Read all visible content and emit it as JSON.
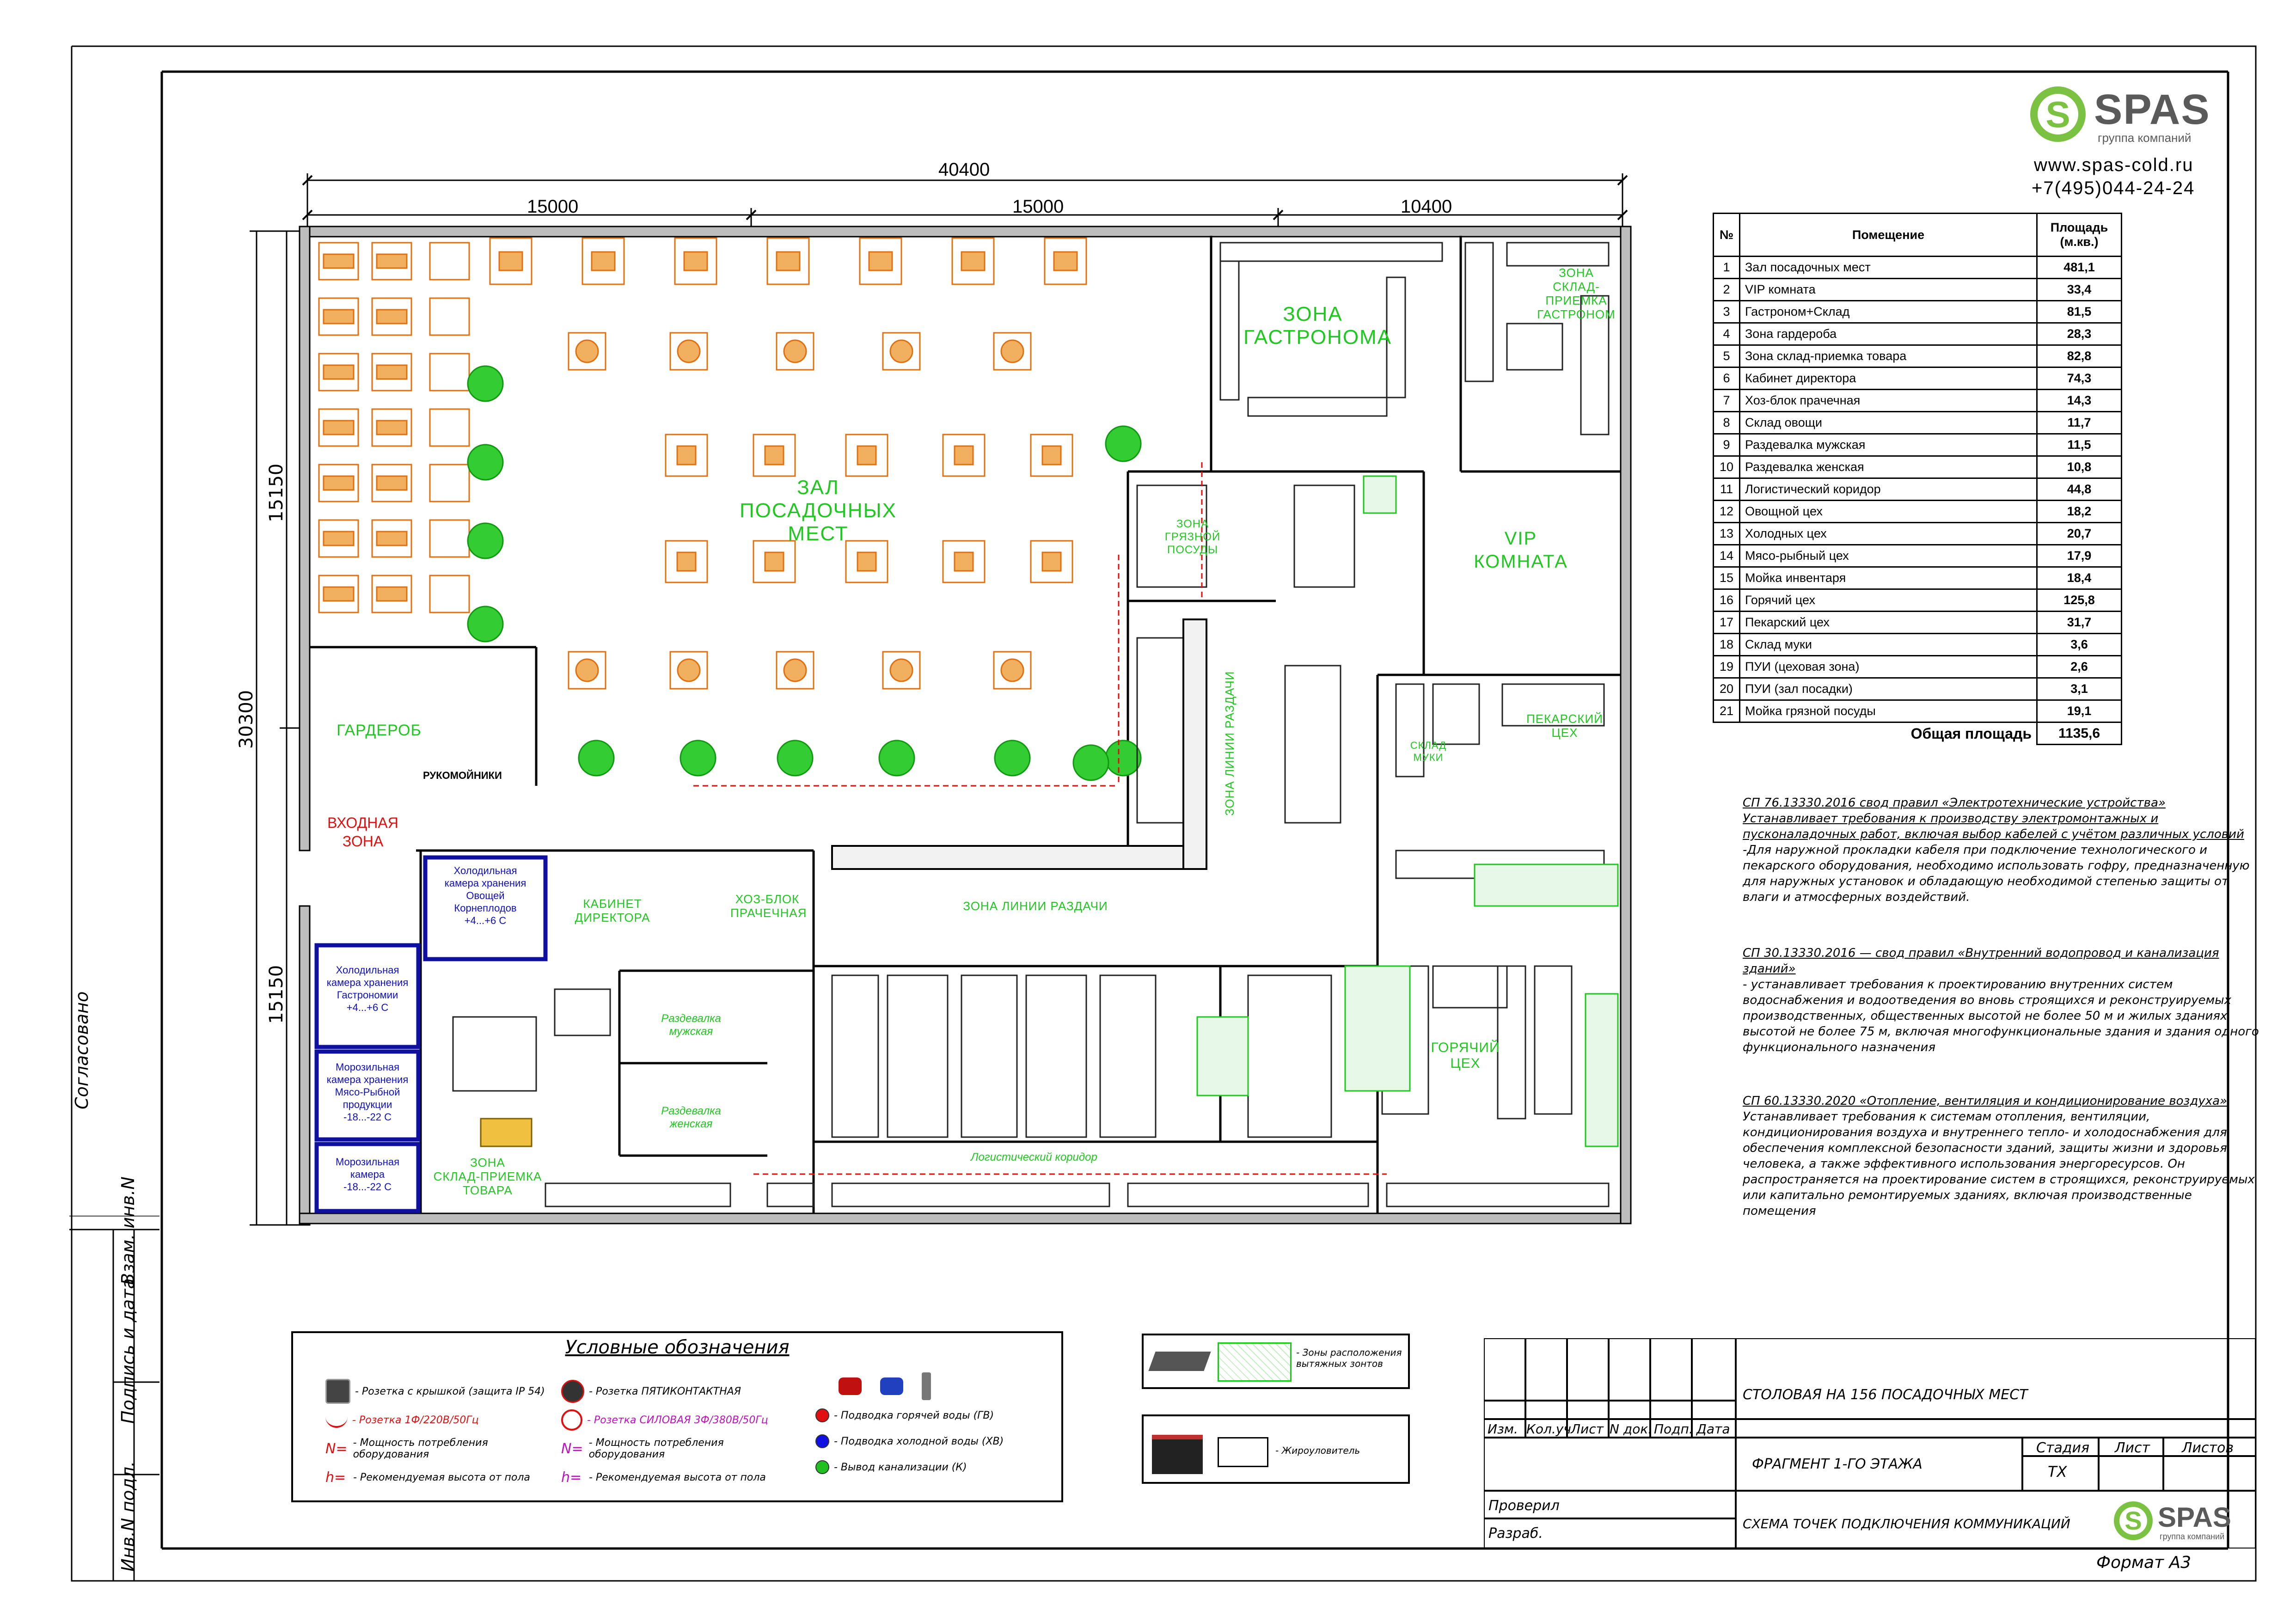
{
  "logo": {
    "name": "SPAS",
    "subtitle": "группа компаний",
    "website": "www.spas-cold.ru",
    "phone": "+7(495)044-24-24"
  },
  "dimensions": {
    "total": "40400",
    "seg1": "15000",
    "seg2": "15000",
    "seg3": "10400",
    "h_total": "30300",
    "h1": "15150",
    "h2": "15150"
  },
  "rooms_table": {
    "headers": {
      "num": "№",
      "room": "Помещение",
      "area": "Площадь (м.кв.)"
    },
    "rows": [
      {
        "n": "1",
        "name": "Зал посадочных мест",
        "area": "481,1"
      },
      {
        "n": "2",
        "name": "VIP комната",
        "area": "33,4"
      },
      {
        "n": "3",
        "name": "Гастроном+Склад",
        "area": "81,5"
      },
      {
        "n": "4",
        "name": "Зона гардероба",
        "area": "28,3"
      },
      {
        "n": "5",
        "name": "Зона склад-приемка товара",
        "area": "82,8"
      },
      {
        "n": "6",
        "name": "Кабинет директора",
        "area": "74,3"
      },
      {
        "n": "7",
        "name": "Хоз-блок прачечная",
        "area": "14,3"
      },
      {
        "n": "8",
        "name": "Склад овощи",
        "area": "11,7"
      },
      {
        "n": "9",
        "name": "Раздевалка мужская",
        "area": "11,5"
      },
      {
        "n": "10",
        "name": "Раздевалка женская",
        "area": "10,8"
      },
      {
        "n": "11",
        "name": "Логистический коридор",
        "area": "44,8"
      },
      {
        "n": "12",
        "name": "Овощной цех",
        "area": "18,2"
      },
      {
        "n": "13",
        "name": "Холодных цех",
        "area": "20,7"
      },
      {
        "n": "14",
        "name": "Мясо-рыбный цех",
        "area": "17,9"
      },
      {
        "n": "15",
        "name": "Мойка инвентаря",
        "area": "18,4"
      },
      {
        "n": "16",
        "name": "Горячий цех",
        "area": "125,8"
      },
      {
        "n": "17",
        "name": "Пекарский цех",
        "area": "31,7"
      },
      {
        "n": "18",
        "name": "Склад муки",
        "area": "3,6"
      },
      {
        "n": "19",
        "name": "ПУИ (цеховая зона)",
        "area": "2,6"
      },
      {
        "n": "20",
        "name": "ПУИ (зал посадки)",
        "area": "3,1"
      },
      {
        "n": "21",
        "name": "Мойка грязной посуды",
        "area": "19,1"
      }
    ],
    "total_label": "Общая площадь",
    "total_area": "1135,6"
  },
  "notes": [
    {
      "title": "СП 76.13330.2016 свод правил «Электротехнические устройства»",
      "body": "Устанавливает требования к производству электромонтажных и пусконаладочных работ, включая выбор кабелей с учётом различных условий",
      "extra": "-Для наружной прокладки кабеля при подключение технологического и пекарского оборудования, необходимо использовать гофру, предназначенную для наружных установок и обладающую необходимой степенью защиты от влаги и атмосферных воздействий."
    },
    {
      "title": "СП 30.13330.2016 — свод правил «Внутренний водопровод и канализация зданий»",
      "body": "- устанавливает требования к проектированию внутренних систем водоснабжения и водоотведения во вновь строящихся и реконструируемых производственных, общественных высотой не более 50 м и жилых зданиях высотой не более 75 м, включая многофункциональные здания и здания одного функционального назначения",
      "extra": ""
    },
    {
      "title": "СП 60.13330.2020 «Отопление, вентиляция и кондиционирование воздуха»",
      "body": "Устанавливает требования к системам отопления, вентиляции, кондиционирования воздуха и внутреннего тепло- и холодоснабжения для обеспечения комплексной безопасности зданий, защиты жизни и здоровья человека, а также эффективного использования энергоресурсов. Он распространяется на проектирование систем в строящихся, реконструируемых или капитально ремонтируемых зданиях, включая производственные помещения",
      "extra": ""
    }
  ],
  "zones": {
    "hall": "ЗАЛ ПОСАДОЧНЫХ МЕСТ",
    "hall_l1": "ЗАЛ",
    "hall_l2": "ПОСАДОЧНЫХ",
    "hall_l3": "МЕСТ",
    "gastro_l1": "ЗОНА",
    "gastro_l2": "ГАСТРОНОМА",
    "gastro_store_l1": "ЗОНА",
    "gastro_store_l2": "СКЛАД-ПРИЕМКА",
    "gastro_store_l3": "ГАСТРОНОМ",
    "vip_l1": "VIP",
    "vip_l2": "КОМНАТА",
    "dirty_l1": "ЗОНА",
    "dirty_l2": "ГРЯЗНОЙ",
    "dirty_l3": "ПОСУДЫ",
    "wardrobe": "ГАРДЕРОБ",
    "washstands": "РУКОМОЙНИКИ",
    "entrance_l1": "ВХОДНАЯ",
    "entrance_l2": "ЗОНА",
    "director_l1": "КАБИНЕТ",
    "director_l2": "ДИРЕКТОРА",
    "laundry_l1": "ХОЗ-БЛОК",
    "laundry_l2": "ПРАЧЕЧНАЯ",
    "serving_line": "ЗОНА ЛИНИИ РАЗДАЧИ",
    "serving_line_v": "ЗОНА ЛИНИИ РАЗДАЧИ",
    "bakery_l1": "ПЕКАРСКИЙ",
    "bakery_l2": "ЦЕХ",
    "flour_l1": "СКЛАД",
    "flour_l2": "МУКИ",
    "hot_l1": "ГОРЯЧИЙ",
    "hot_l2": "ЦЕХ",
    "logistics": "Логистический коридор",
    "male_locker_l1": "Раздевалка",
    "male_locker_l2": "мужская",
    "female_locker_l1": "Раздевалка",
    "female_locker_l2": "женская",
    "store_l1": "ЗОНА",
    "store_l2": "СКЛАД-ПРИЕМКА",
    "store_l3": "ТОВАРА",
    "cold_veg_l1": "Холодильная",
    "cold_veg_l2": "камера хранения",
    "cold_veg_l3": "Овощей",
    "cold_veg_l4": "Корнеплодов",
    "cold_veg_l5": "+4...+6 С",
    "cold_gastro_l1": "Холодильная",
    "cold_gastro_l2": "камера хранения",
    "cold_gastro_l3": "Гастрономии",
    "cold_gastro_l4": "+4...+6 С",
    "frz_meat_l1": "Морозильная",
    "frz_meat_l2": "камера хранения",
    "frz_meat_l3": "Мясо-Рыбной",
    "frz_meat_l4": "продукции",
    "frz_meat_l5": "-18...-22 С",
    "frz_l1": "Морозильная",
    "frz_l2": "камера",
    "frz_l3": "-18...-22 С"
  },
  "legend": {
    "title": "Условные обозначения",
    "items_left": [
      {
        "icon": "socket-cover-icon",
        "text": "- Розетка с крышкой (защита IP 54)"
      },
      {
        "icon": "socket-1ph-icon",
        "text": "- Розетка 1Ф/220В/50Гц"
      },
      {
        "label": "N=",
        "text": "- Мощность потребления оборудования"
      },
      {
        "label": "h=",
        "text": "- Рекомендуемая высота от пола"
      }
    ],
    "items_mid": [
      {
        "icon": "socket-5pin-icon",
        "text": "- Розетка ПЯТИКОНТАКТНАЯ"
      },
      {
        "icon": "socket-3ph-icon",
        "text": "- Розетка СИЛОВАЯ 3Ф/380В/50Гц"
      },
      {
        "label": "N=",
        "text": "- Мощность потребления оборудования"
      },
      {
        "label": "h=",
        "text": "- Рекомендуемая высота от пола"
      }
    ],
    "items_right": [
      {
        "color": "#e01010",
        "text": "- Подводка горячей воды (ГВ)"
      },
      {
        "color": "#1010e0",
        "text": "- Подводка холодной воды (ХВ)"
      },
      {
        "color": "#20c020",
        "text": "- Вывод канализации (К)"
      }
    ]
  },
  "legend2": {
    "hood": "- Зоны расположения вытяжных зонтов",
    "grease": "- Жироуловитель"
  },
  "title_block": {
    "project": "СТОЛОВАЯ НА 156 ПОСАДОЧНЫХ МЕСТ",
    "fragment": "ФРАГМЕНТ 1-ГО ЭТАЖА",
    "scheme": "СХЕМА ТОЧЕК ПОДКЛЮЧЕНИЯ КОММУНИКАЦИЙ",
    "cols": [
      "Изм.",
      "Кол.уч",
      "Лист",
      "N док.",
      "Подп.",
      "Дата"
    ],
    "stage_label": "Стадия",
    "sheet_label": "Лист",
    "sheets_label": "Листов",
    "stage": "ТХ",
    "checked": "Проверил",
    "developed": "Разраб.",
    "format": "Формат А3"
  },
  "side_stamps": {
    "agreed": "Согласовано",
    "inv_orig": "Инв.N подл.",
    "sign_date": "Подпись и дата",
    "replace_inv": "Взам. инв.N"
  },
  "colors": {
    "zone_text": "#1ec81e",
    "alert_red": "#e01010",
    "cold_blue": "#1010a0",
    "frame": "#000000"
  }
}
